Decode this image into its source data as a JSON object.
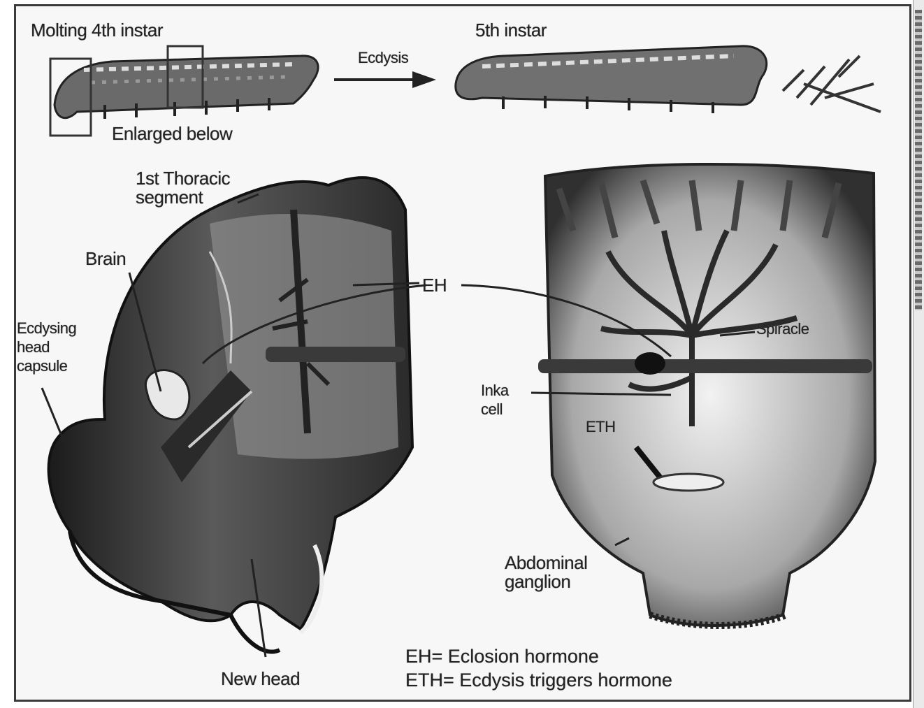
{
  "labels": {
    "molting": "Molting 4th instar",
    "fifth": "5th instar",
    "ecdysis": "Ecdysis",
    "enlarged": "Enlarged below",
    "thoracic": "1st Thoracic\nsegment",
    "brain": "Brain",
    "ecdysing": "Ecdysing\nhead\ncapsule",
    "eh": "EH",
    "spiracle": "Spiracle",
    "inka": "Inka\ncell",
    "eth": "ETH",
    "abdominal": "Abdominal\nganglion",
    "new_head": "New head"
  },
  "legend": {
    "eh_def": "EH= Eclosion hormone",
    "eth_def": "ETH= Ecdysis triggers hormone"
  }
}
